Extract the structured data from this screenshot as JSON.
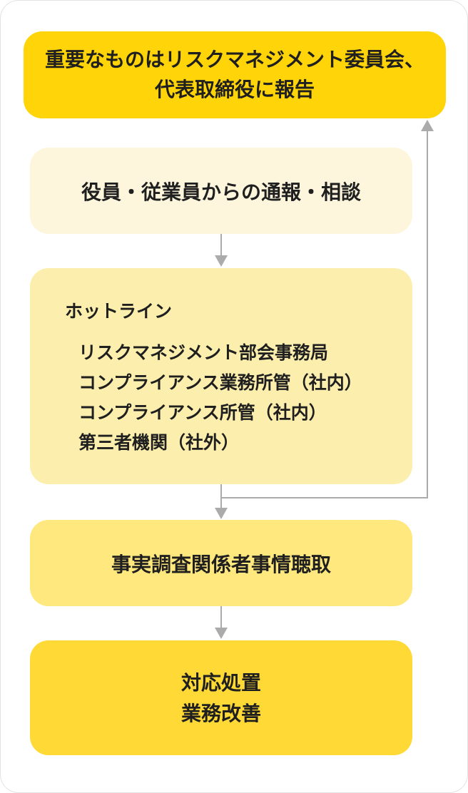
{
  "diagram": {
    "title_hint": "内部通報・リスクマネジメント報告フロー",
    "text_color": "#1F1F1F",
    "connector_color": "#ABABAB",
    "box_report": {
      "line1": "重要なものはリスクマネジメント委員会、",
      "line2": "代表取締役に報告",
      "bg_color": "#FFD408"
    },
    "box_consult": {
      "label": "役員・従業員からの通報・相談",
      "bg_color": "#FDF6DD"
    },
    "box_hotline": {
      "title": "ホットライン",
      "items": [
        "リスクマネジメント部会事務局",
        "コンプライアンス業務所管（社内）",
        "コンプライアンス所管（社内）",
        "第三者機関（社外）"
      ],
      "bg_color": "#FCEFAE"
    },
    "box_investigation": {
      "label": "事実調査関係者事情聴取",
      "bg_color": "#FFE87E"
    },
    "box_action": {
      "line1": "対応処置",
      "line2": "業務改善",
      "bg_color": "#FFD935"
    }
  }
}
